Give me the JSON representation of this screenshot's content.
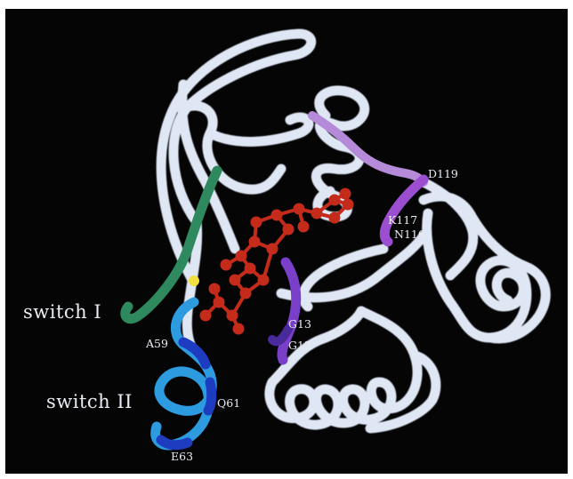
{
  "labels": {
    "switch_1": "switch I",
    "switch_2": "switch II",
    "d119": "D119",
    "k117": "K117",
    "n116": "N116",
    "g13": "G13",
    "g12": "G12",
    "a59": "A59",
    "q61": "Q61",
    "e63": "E63"
  },
  "colors": {
    "background": "#050506",
    "backbone": "#dfe7f4",
    "switch_1": "#2e8a5e",
    "switch_2": "#2d9be0",
    "guanine_loop": "#9b4fd0",
    "p_loop": "#5a2fb0",
    "nucleotide": "#c42b1a",
    "magnesium": "#f0e040"
  }
}
